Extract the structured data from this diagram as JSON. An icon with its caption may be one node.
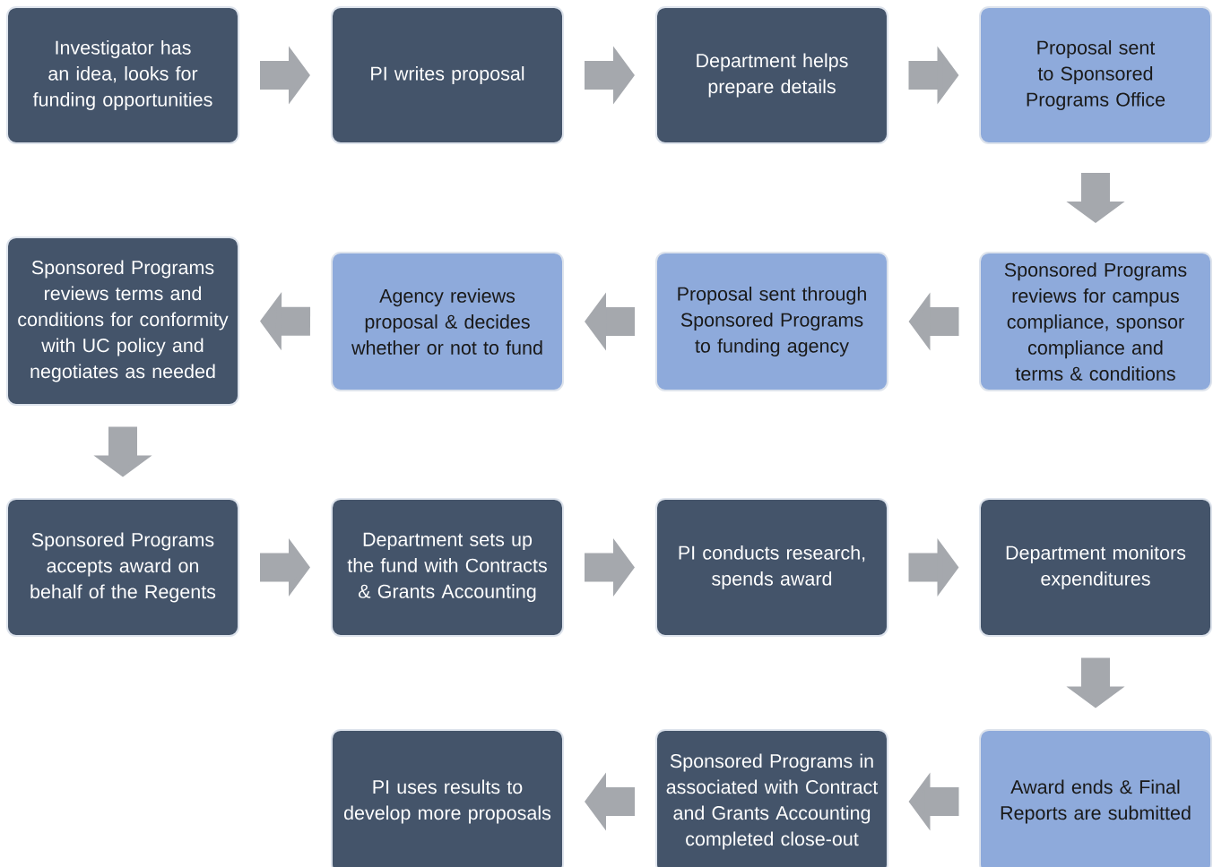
{
  "diagram": {
    "nodes": [
      {
        "text": [
          "Investigator has an idea, looks for funding opportunities"
        ]
      },
      {
        "text": [
          "PI writes proposal"
        ]
      },
      {
        "text": [
          "Department helps prepare details"
        ]
      },
      {
        "text": [
          "Proposal sent to Sponsored Programs Office"
        ]
      },
      {
        "text": [
          "Sponsored Programs reviews terms and conditions for conformity with UC policy and negotiates as needed"
        ]
      },
      {
        "text": [
          "Agency reviews proposal & decides whether or not to fund"
        ]
      },
      {
        "text": [
          "Proposal sent through Sponsored Programs to funding agency"
        ]
      },
      {
        "text": [
          "Sponsored Programs reviews for campus compliance, sponsor compliance and terms & conditions"
        ]
      },
      {
        "text": [
          "Sponsored Programs accepts award on behalf of the Regents"
        ]
      },
      {
        "text": [
          "Department sets up the fund with Contracts & Grants Accounting"
        ]
      },
      {
        "text": [
          "PI conducts research, spends award"
        ]
      },
      {
        "text": [
          "Department monitors expenditures"
        ]
      },
      {
        "text": [
          "PI uses results to develop more proposals"
        ]
      },
      {
        "text": [
          "Sponsored Programs in associated with Contract and Grants Accounting completed close-out"
        ]
      },
      {
        "text": [
          "Award ends & Final Reports are submitted"
        ]
      }
    ],
    "edges": [
      {
        "from": 0,
        "to": 1,
        "arrow": "to"
      },
      {
        "from": 1,
        "to": 2,
        "arrow": "to"
      },
      {
        "from": 2,
        "to": 3,
        "arrow": "to"
      },
      {
        "from": 3,
        "to": 7,
        "arrow": "to"
      },
      {
        "from": 7,
        "to": 6,
        "arrow": "to"
      },
      {
        "from": 6,
        "to": 5,
        "arrow": "to"
      },
      {
        "from": 5,
        "to": 4,
        "arrow": "to"
      },
      {
        "from": 4,
        "to": 8,
        "arrow": "to"
      },
      {
        "from": 8,
        "to": 9,
        "arrow": "to"
      },
      {
        "from": 9,
        "to": 10,
        "arrow": "to"
      },
      {
        "from": 10,
        "to": 11,
        "arrow": "to"
      },
      {
        "from": 11,
        "to": 14,
        "arrow": "to"
      },
      {
        "from": 14,
        "to": 13,
        "arrow": "to"
      },
      {
        "from": 13,
        "to": 12,
        "arrow": "to"
      }
    ]
  }
}
